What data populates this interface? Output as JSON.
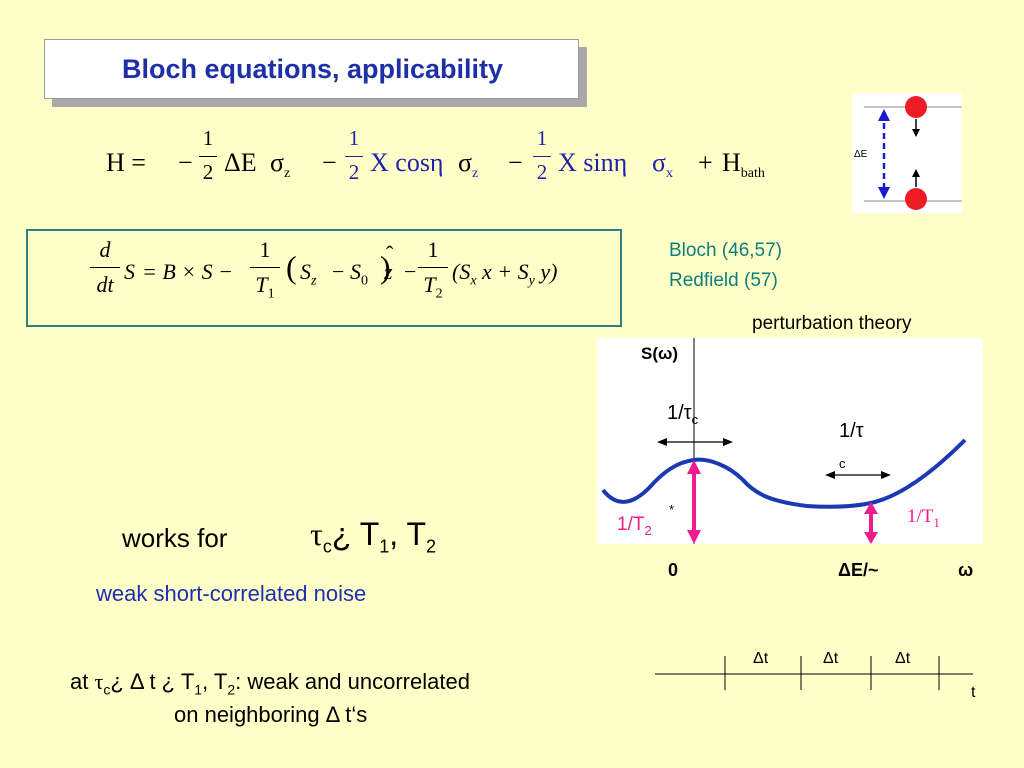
{
  "slide": {
    "title": "Bloch equations, applicability",
    "hamiltonian": {
      "lhs": "H =",
      "minus": "−",
      "plus": "+",
      "half_num": "1",
      "half_den": "2",
      "delta_e": "ΔE",
      "sigma": "σ",
      "sub_z": "z",
      "sub_x": "x",
      "x_cos": "X cosη",
      "x_sin": "X sinη",
      "h_bath": "H",
      "sub_bath": "bath"
    },
    "bloch_equation": {
      "d": "d",
      "dt": "dt",
      "lhs_s": "S",
      "body1": "= B × S −",
      "one": "1",
      "t1": "T",
      "sub1": "1",
      "paren_open": "(",
      "sz": "S",
      "sub_z": "z",
      "minus": "−",
      "s0": "S",
      "sub_0": "0",
      "paren_close": ")",
      "zhat": "z",
      "hat": "ˆ",
      "minus2": "−",
      "t2": "T",
      "sub2": "2",
      "trans": "(S",
      "sub_x": "x",
      "trans_mid": "x + S",
      "sub_y": "y",
      "trans_end": "y)"
    },
    "references": [
      "Bloch (46,57)",
      "Redfield (57)"
    ],
    "perturbation_label": "perturbation theory",
    "works_for": "works for",
    "condition": {
      "tau": "τ",
      "sub_c": "c",
      "rel": "¿ T",
      "sub_1": "1",
      "comma": ", T",
      "sub_2": "2"
    },
    "noise": "weak short-correlated noise",
    "bottom": {
      "l1_at": "at ",
      "l1_tau": "τ",
      "l1_c": "c",
      "l1_rest": "¿ Δ t ¿ T",
      "l1_s1": "1",
      "l1_comma": ", T",
      "l1_s2": "2",
      "l1_end": ": weak and uncorrelated",
      "line2": "on neighboring Δ t‘s"
    }
  },
  "spectrum": {
    "y_label": "S(ω)",
    "x_zero": "0",
    "x_de": "ΔE/~",
    "x_omega": "ω",
    "width_left": "1/τ",
    "width_left_sub": "c",
    "width_right": "1/τ",
    "width_right_sub": "c",
    "t2_label": "1/T",
    "t2_sub": "2",
    "t2_star": "*",
    "t1_label": "1/T",
    "t1_sub": "1"
  },
  "levels": {
    "gap_label": "ΔE"
  },
  "timeline": {
    "dt1": "Δt",
    "dt2": "Δt",
    "dt3": "Δt",
    "t": "t"
  }
}
